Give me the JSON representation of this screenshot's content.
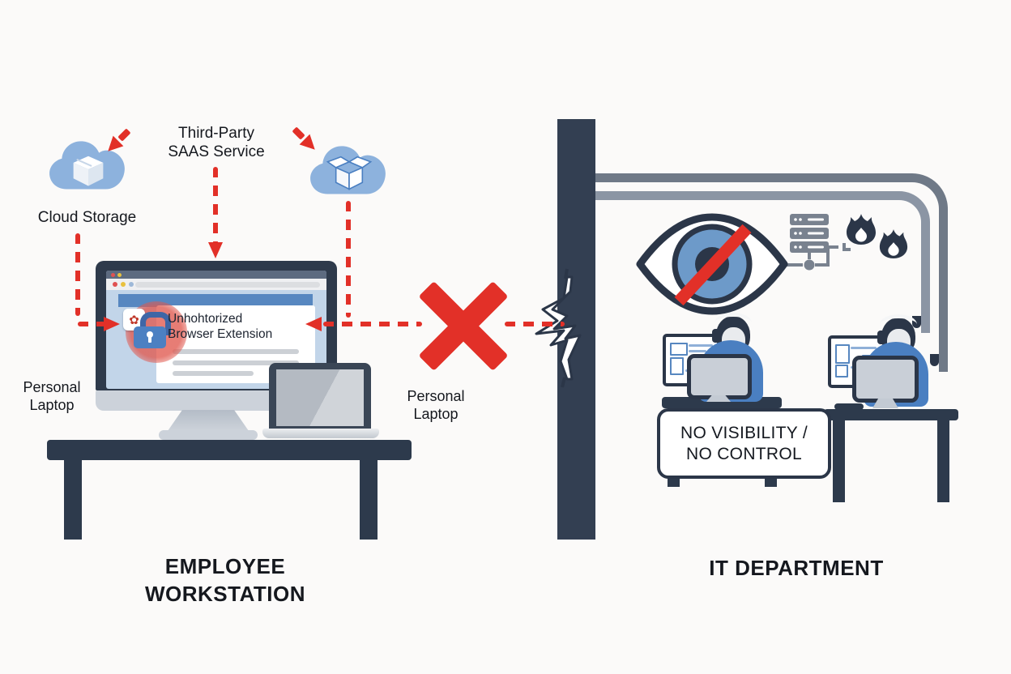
{
  "left_scene": {
    "cloud_storage_label": "Cloud Storage",
    "saas_label_line1": "Third-Party",
    "saas_label_line2": "SAAS Service",
    "extension_line1": "Unhohtorized",
    "extension_line2": "Browser Extension",
    "personal_laptop_line1": "Personal",
    "personal_laptop_line2": "Laptop",
    "caption_line1": "EMPLOYEE",
    "caption_line2": "WORKSTATION"
  },
  "right_scene": {
    "sign_line1": "NO VISIBILITY /",
    "sign_line2": "NO CONTROL",
    "caption": "IT DEPARTMENT"
  },
  "icons": {
    "extension_glyph": "✿",
    "cloud_storage_icon": "closed-box-cloud",
    "saas_cloud_icon": "open-box-cloud",
    "lock_icon": "padlock",
    "blocked_icon": "red-x",
    "no_visibility_icon": "eye-slash",
    "server_icon": "server-rack",
    "alert_icons": "flames",
    "barrier_icon": "cracked-wall"
  },
  "colors": {
    "red": "#e23028",
    "navy": "#2d3a4c",
    "wall": "#333f52",
    "shirt_blue": "#4a7fc1",
    "cloud_blue": "#8db2dd",
    "banner_blue": "#5787c0",
    "page_blue": "#c2d5e9",
    "pipe_dark": "#6f7987",
    "pipe_light": "#8b95a4"
  }
}
